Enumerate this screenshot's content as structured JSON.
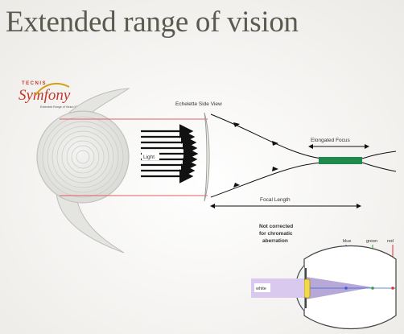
{
  "slide": {
    "title": "Extended range of vision"
  },
  "logo": {
    "brand_top": "TECNIS",
    "brand_name": "Symfony",
    "tagline": "Extended Range of Vision IOL"
  },
  "echelette": {
    "side_view_label": "Echelette Side View",
    "light_label": "Light",
    "elongated_focus_label": "Elongated Focus",
    "focal_length_label": "Focal Length"
  },
  "eye": {
    "caption_line1": "Not corrected",
    "caption_line2": "for chromatic",
    "caption_line3": "aberration",
    "blue_label": "blue",
    "green_label": "green",
    "red_label": "red",
    "white_label": "white"
  },
  "colors": {
    "title": "#5a5a4e",
    "logo_red": "#c0392b",
    "logo_gold": "#d4a017",
    "focus_green": "#1f8a4c",
    "reference_red": "#e06060",
    "eye_purple": "#7a63b8",
    "lens_yellow": "#f1d94a"
  }
}
